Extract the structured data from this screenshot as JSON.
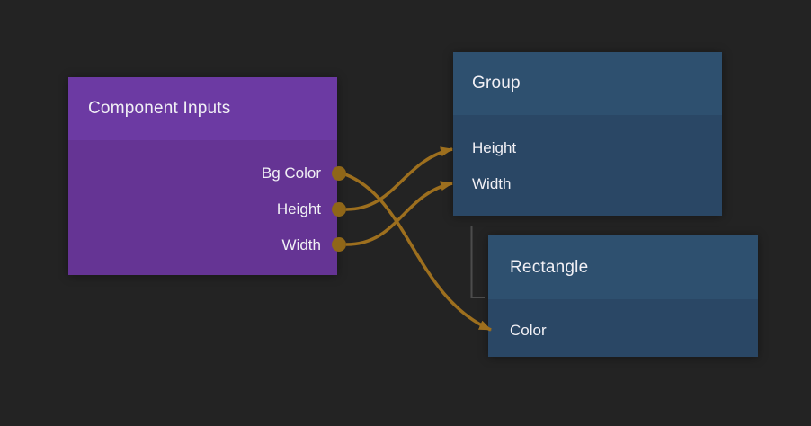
{
  "colors": {
    "canvas-bg": "#232323",
    "purple-header": "#6c3aa3",
    "purple-body": "#653494",
    "blue-header": "#2e506f",
    "blue-body": "#2a4765",
    "wire": "#9d6f1e",
    "port-dot": "#8f6618",
    "hierarchy-line": "#4c4c4c",
    "text": "#f1f0f5"
  },
  "nodes": [
    {
      "title": "Component Inputs",
      "kind": "purple",
      "outputs": [
        {
          "label": "Bg Color"
        },
        {
          "label": "Height"
        },
        {
          "label": "Width"
        }
      ],
      "inputs": []
    },
    {
      "title": "Group",
      "kind": "blue",
      "outputs": [],
      "inputs": [
        {
          "label": "Height"
        },
        {
          "label": "Width"
        }
      ]
    },
    {
      "title": "Rectangle",
      "kind": "blue",
      "outputs": [],
      "inputs": [
        {
          "label": "Color"
        }
      ]
    }
  ],
  "connections": [
    {
      "from_node": "Component Inputs",
      "from_port": "Bg Color",
      "to_node": "Rectangle",
      "to_port": "Color"
    },
    {
      "from_node": "Component Inputs",
      "from_port": "Height",
      "to_node": "Group",
      "to_port": "Height"
    },
    {
      "from_node": "Component Inputs",
      "from_port": "Width",
      "to_node": "Group",
      "to_port": "Width"
    }
  ],
  "hierarchy": [
    {
      "parent": "Group",
      "child": "Rectangle"
    }
  ]
}
